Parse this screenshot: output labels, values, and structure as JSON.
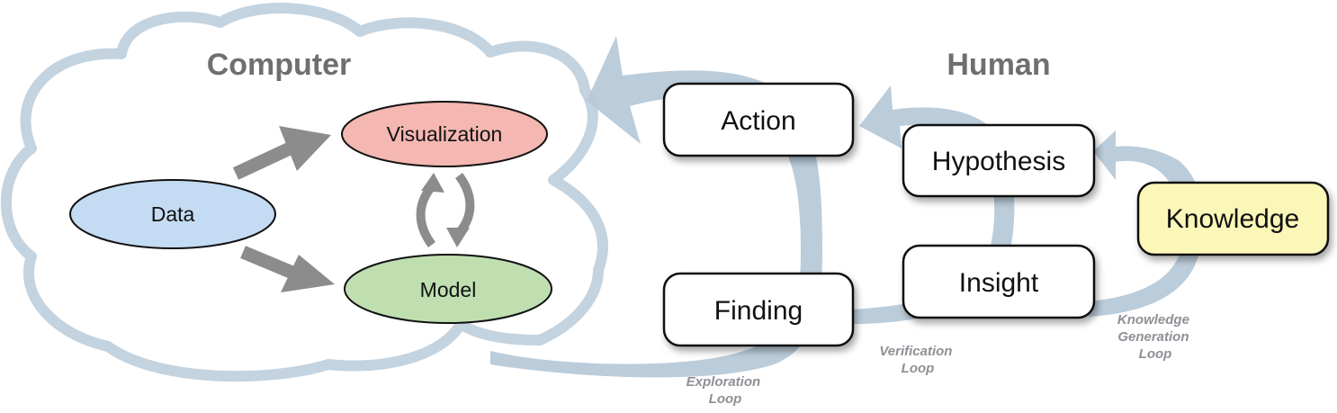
{
  "computer": {
    "title": "Computer",
    "nodes": {
      "data": "Data",
      "visualization": "Visualization",
      "model": "Model"
    }
  },
  "human": {
    "title": "Human",
    "boxes": {
      "action": "Action",
      "finding": "Finding",
      "hypothesis": "Hypothesis",
      "insight": "Insight",
      "knowledge": "Knowledge"
    }
  },
  "loops": {
    "exploration": [
      "Exploration",
      "Loop"
    ],
    "verification": [
      "Verification",
      "Loop"
    ],
    "knowledge_generation": [
      "Knowledge",
      "Generation",
      "Loop"
    ]
  },
  "colors": {
    "cloud_outline": "#c3d3e0",
    "loop_arrow": "#b7c9d8",
    "data_fill": "#c4dcf3",
    "visualization_fill": "#f4b7b1",
    "model_fill": "#bfdfb1",
    "knowledge_fill": "#fbf7b8",
    "box_fill": "#ffffff",
    "arrow_gray": "#8c8c8c"
  }
}
